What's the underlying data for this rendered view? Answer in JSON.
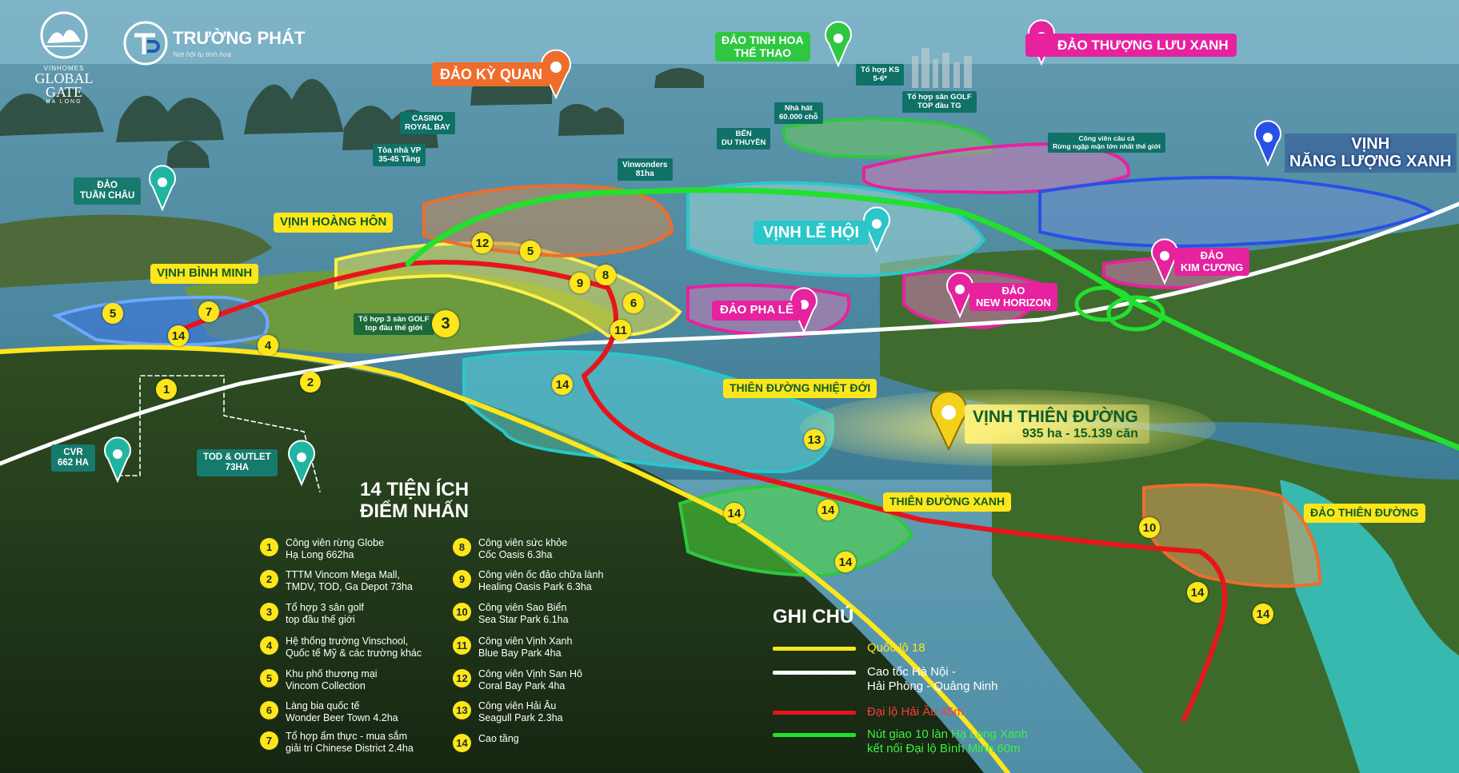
{
  "brand": {
    "logo1_top": "VINHOMES",
    "logo1_mid": "GLOBAL\nGATE",
    "logo1_bot": "HA LONG",
    "logo2_name": "TRƯỜNG PHÁT",
    "logo2_slogan": "Nơi hội tụ tinh hoa"
  },
  "zones": {
    "dao_ky_quan": "ĐẢO KỲ QUAN",
    "dao_tinh_hoa": "ĐẢO TINH HOA\nTHỂ THAO",
    "dao_thuong_luu": "ĐẢO THƯỢNG LƯU XANH",
    "vinh_nang_luong": "VỊNH\nNĂNG LƯỢNG XANH",
    "dao_tuan_chau": "ĐẢO\nTUẦN CHÂU",
    "vinh_hoang_hon": "VỊNH HOÀNG HÔN",
    "vinh_binh_minh": "VỊNH BÌNH MINH",
    "vinh_le_hoi": "VỊNH LỄ HỘI",
    "dao_pha_le": "ĐẢO PHA LÊ",
    "dao_new_horizon": "ĐẢO\nNEW HORIZON",
    "dao_kim_cuong": "ĐẢO\nKIM CƯƠNG",
    "thien_duong_nhiet_doi": "THIÊN ĐƯỜNG NHIỆT ĐỚI",
    "vinh_thien_duong": "VỊNH THIÊN ĐƯỜNG",
    "vinh_thien_duong_sub": "935 ha - 15.139 căn",
    "thien_duong_xanh": "THIÊN ĐƯỜNG XANH",
    "dao_thien_duong": "ĐẢO THIÊN ĐƯỜNG",
    "cvr": "CVR\n662 HA",
    "tod_outlet": "TOD & OUTLET\n73HA"
  },
  "tags": {
    "casino": "CASINO\nROYAL BAY",
    "toa_nha_vp": "Tòa nhà VP\n35-45 Tầng",
    "vinwonders": "Vinwonders\n81ha",
    "ben_du_thuyen": "BẾN\nDU THUYỀN",
    "nha_hat": "Nhà hát\n60.000 chỗ",
    "to_hop_ks": "Tổ hợp KS\n5-6*",
    "san_golf_tg": "Tổ hợp sân GOLF\nTOP đầu TG",
    "cong_vien_cau_ca": "Công viên câu cá\nRừng ngập mặn lớn nhất thế giới",
    "golf3": "Tổ hợp 3 sân GOLF\ntop đầu thế giới"
  },
  "map_numbers": [
    "12",
    "5",
    "9",
    "8",
    "6",
    "11",
    "5",
    "7",
    "14",
    "4",
    "1",
    "2",
    "3",
    "14",
    "13",
    "14",
    "14",
    "14",
    "10",
    "14",
    "14"
  ],
  "amenities_title": "14 TIỆN ÍCH\nĐIỂM NHẤN",
  "amenities": [
    {
      "n": "1",
      "text": "Công viên rừng Globe\nHạ Long 662ha"
    },
    {
      "n": "2",
      "text": "TTTM Vincom Mega Mall,\nTMDV, TOD, Ga Depot 73ha"
    },
    {
      "n": "3",
      "text": "Tổ hợp 3 sân golf\ntop đầu thế giới"
    },
    {
      "n": "4",
      "text": "Hệ thống trường Vinschool,\nQuốc tế Mỹ & các trường khác"
    },
    {
      "n": "5",
      "text": "Khu phố thương mại\nVincom Collection"
    },
    {
      "n": "6",
      "text": "Làng bia quốc tế\nWonder Beer Town 4.2ha"
    },
    {
      "n": "7",
      "text": "Tổ hợp ẩm thực - mua sắm\ngiải trí Chinese District 2.4ha"
    },
    {
      "n": "8",
      "text": "Công viên sức khỏe\nCốc Oasis 6.3ha"
    },
    {
      "n": "9",
      "text": "Công viên ốc đảo chữa lành\nHealing Oasis Park 6.3ha"
    },
    {
      "n": "10",
      "text": "Công viên Sao Biển\nSea Star Park 6.1ha"
    },
    {
      "n": "11",
      "text": "Công viên Vịnh Xanh\nBlue Bay Park 4ha"
    },
    {
      "n": "12",
      "text": "Công viên Vịnh San Hô\nCoral Bay Park 4ha"
    },
    {
      "n": "13",
      "text": "Công viên Hải Âu\nSeagull Park 2.3ha"
    },
    {
      "n": "14",
      "text": "Cao tầng"
    }
  ],
  "legend": {
    "title": "GHI CHÚ",
    "items": [
      {
        "label": "Quốc lộ 18",
        "color": "#ffe61a",
        "text_color": "#ffe61a"
      },
      {
        "label": "Cao tốc Hà Nội -\nHải Phòng - Quảng Ninh",
        "color": "#ffffff",
        "text_color": "#ffffff"
      },
      {
        "label": "Đại lộ Hải Âu 45m",
        "color": "#e8141c",
        "text_color": "#ff3a3a"
      },
      {
        "label": "Nút giao 10 làn Hạ Long Xanh\nkết nối Đại lộ Bình Minh 60m",
        "color": "#22e02e",
        "text_color": "#3cf046"
      }
    ]
  },
  "colors": {
    "yellow": "#ffe61a",
    "orange": "#ee6d2c",
    "green": "#2fc742",
    "magenta": "#e6229f",
    "cyan": "#2bc6c9",
    "blue": "#2850e6",
    "red_road": "#e8141c",
    "green_road": "#22e02e"
  },
  "icons": [
    "location-pin-icon",
    "vinhomes-logo-icon",
    "truong-phat-logo-icon"
  ]
}
